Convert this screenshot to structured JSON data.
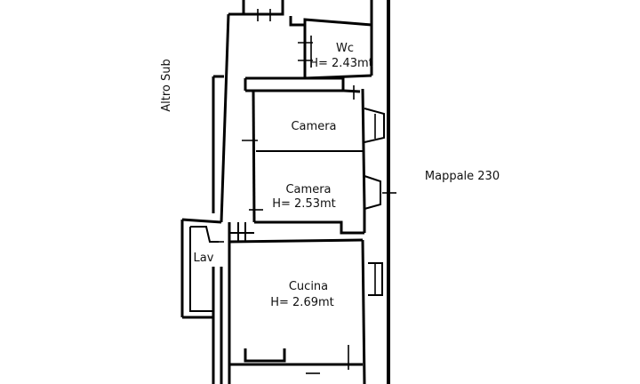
{
  "plan": {
    "rooms": [
      {
        "id": "wc",
        "name": "Wc",
        "height": "H= 2.43mt"
      },
      {
        "id": "camera-1",
        "name": "Camera"
      },
      {
        "id": "camera-2",
        "name": "Camera",
        "height": "H= 2.53mt"
      },
      {
        "id": "cucina",
        "name": "Cucina",
        "height": "H= 2.69mt"
      },
      {
        "id": "lav",
        "name": "Lav"
      }
    ],
    "labels": {
      "left_side": "Altro Sub",
      "right_side": "Mappale 230"
    }
  }
}
